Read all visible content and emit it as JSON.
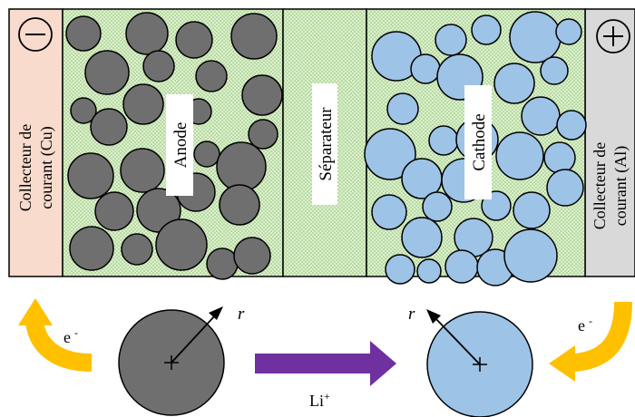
{
  "labels": {
    "collector_left_line1": "Collecteur de",
    "collector_left_line2": "courant (Cu)",
    "collector_right_line1": "Collecteur de",
    "collector_right_line2": "courant (Al)",
    "anode": "Anode",
    "separator": "Séparateur",
    "cathode": "Cathode",
    "minus_sign": "−",
    "plus_sign": "+",
    "radius_left": "r",
    "radius_right": "r",
    "electron_left": "e",
    "electron_left_sup": "-",
    "electron_right": "e",
    "electron_right_sup": "-",
    "ion": "Li",
    "ion_sup": "+"
  },
  "colors": {
    "collector_left": "#f9dbcd",
    "collector_right": "#d9d9d9",
    "electrolyte_bg": "#dcefcf",
    "electrolyte_dots": "#8cc46a",
    "anode_particle": "#6f6f6f",
    "cathode_particle": "#9dc3e6",
    "electron_arrow": "#ffc000",
    "ion_arrow": "#7030a0"
  }
}
